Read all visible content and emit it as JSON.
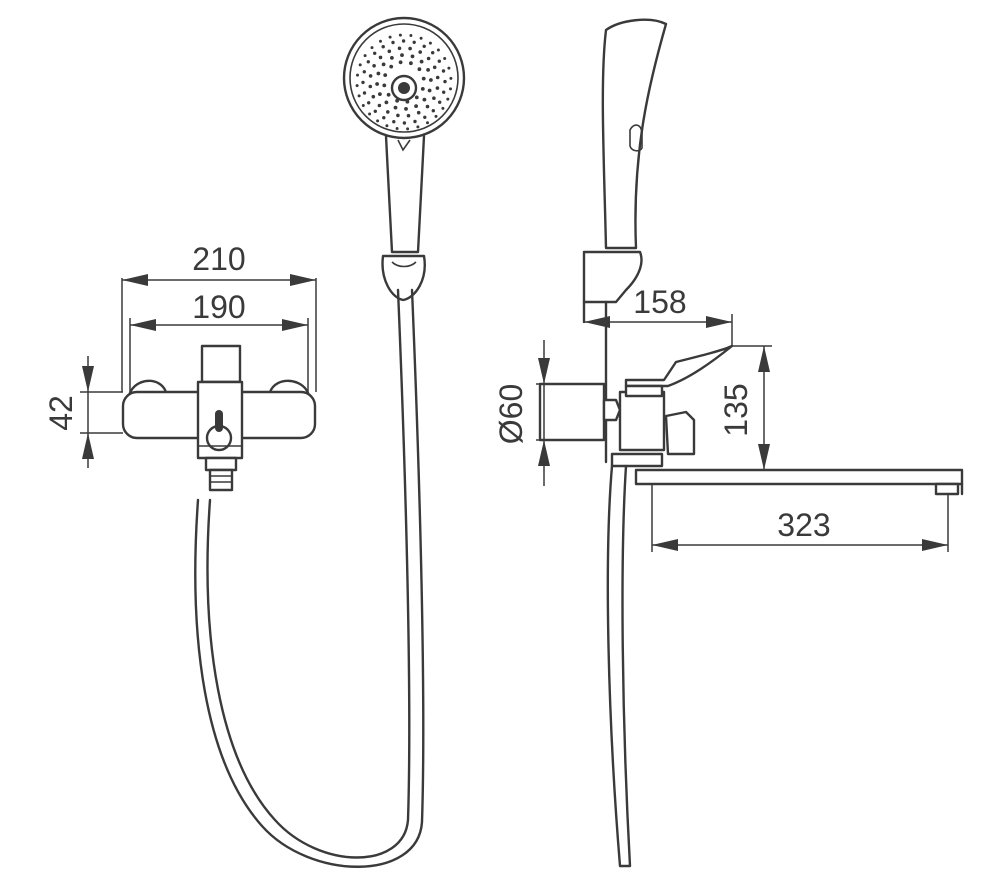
{
  "dimensions": {
    "front_total_width": "210",
    "front_inner_width": "190",
    "front_body_height": "42",
    "side_wall_diameter": "Ø60",
    "side_lever_reach": "158",
    "side_spout_height": "135",
    "side_spout_length": "323"
  },
  "colors": {
    "line": "#3a3a3a",
    "background": "#ffffff"
  }
}
